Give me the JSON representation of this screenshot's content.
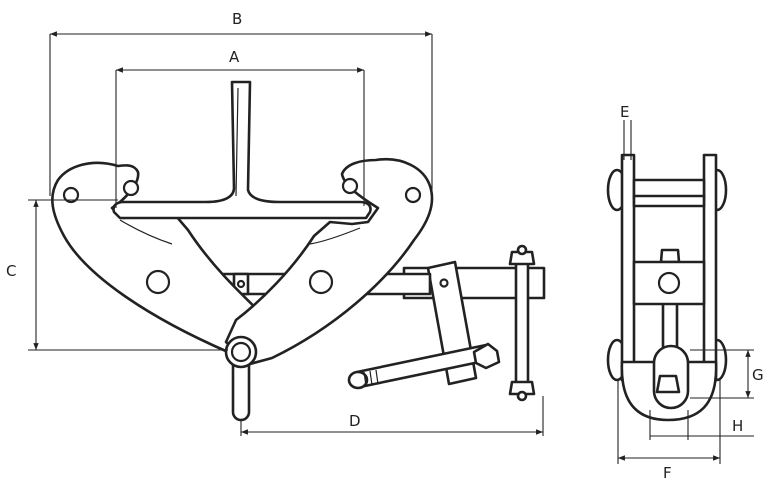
{
  "diagram": {
    "labels": {
      "A": "A",
      "B": "B",
      "C": "C",
      "D": "D",
      "E": "E",
      "F": "F",
      "G": "G",
      "H": "H"
    }
  }
}
